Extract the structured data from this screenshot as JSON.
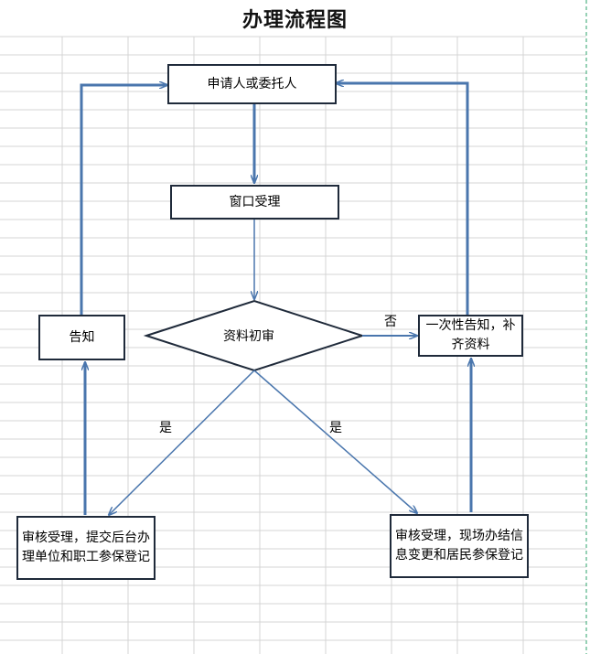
{
  "title": "办理流程图",
  "nodes": {
    "applicant": "申请人或委托人",
    "window": "窗口受理",
    "review": "资料初审",
    "notify": "告知",
    "supplement": "一次性告知，补齐资料",
    "left_result": "审核受理，提交后台办理单位和职工参保登记",
    "right_result": "审核受理，现场办结信息变更和居民参保登记"
  },
  "edges": {
    "no": "否",
    "yes_left": "是",
    "yes_right": "是"
  },
  "colors": {
    "arrow": "#4a76ad",
    "border": "#1f2a3a",
    "grid": "#d4d4d4",
    "dash": "#2ea36b"
  }
}
